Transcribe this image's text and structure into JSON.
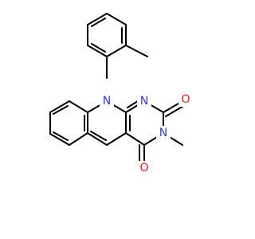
{
  "molecule": {
    "atom_labels": {
      "n10": "N",
      "n1": "N",
      "n3": "N",
      "o2": "O",
      "o4": "O"
    },
    "colors": {
      "bond": "#000000",
      "nitrogen": "#3333ff",
      "oxygen": "#ff0d0d",
      "background": "#ffffff"
    }
  }
}
